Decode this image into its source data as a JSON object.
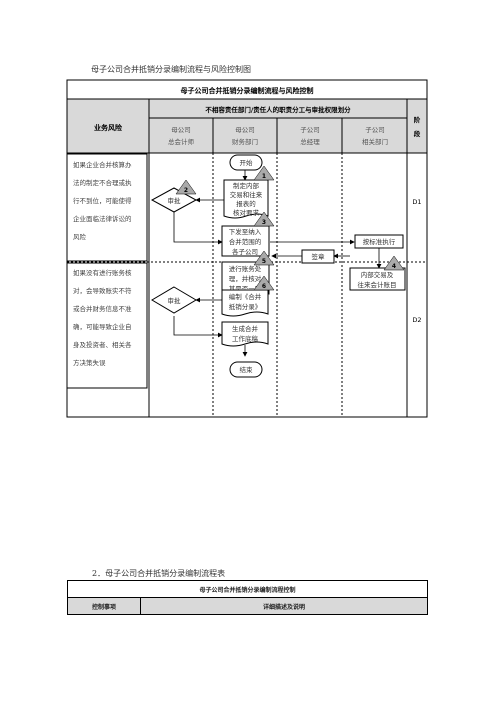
{
  "page_title": "母子公司合并抵销分录编制流程与风险控制图",
  "flow": {
    "title": "母子公司合并抵销分录编制流程与风险控制",
    "risk_header": "业务风险",
    "division_header": "不相容责任部门/责任人的职责分工与审批权限划分",
    "stage_header": "阶段",
    "columns": [
      {
        "line1": "母公司",
        "line2": "总会计师"
      },
      {
        "line1": "母公司",
        "line2": "财务部门"
      },
      {
        "line1": "子公司",
        "line2": "总经理"
      },
      {
        "line1": "子公司",
        "line2": "相关部门"
      }
    ],
    "risks": [
      {
        "lines": [
          "如果企业合并核算办",
          "法的制定不合理或执",
          "行不到位，可能使得",
          "企业面临法律诉讼的",
          "风险"
        ]
      },
      {
        "lines": [
          "如果没有进行账务核",
          "对，会导致账实不符",
          "或合并财务信息不准",
          "确，可能导致企业自",
          "身及投资者、相关各",
          "方决策失误"
        ]
      }
    ],
    "stages": [
      "D1",
      "D2"
    ],
    "nodes": {
      "start": "开始",
      "approve1": "审批",
      "draft": [
        "制定内部",
        "交易和往来",
        "报表的",
        "核对要求"
      ],
      "issue": [
        "下发至纳入",
        "合并范围的",
        "各子公司"
      ],
      "execute": "按标准执行",
      "summary": [
        "内部交易及",
        "往来会计账目"
      ],
      "sign": "签章",
      "reconcile": [
        "进行账务处",
        "理，并核对",
        "其是否一致"
      ],
      "compile": [
        "编制《合并",
        "抵销分录》"
      ],
      "approve2": "审批",
      "workpaper": [
        "生成合并",
        "工作底稿"
      ],
      "end": "结束"
    },
    "badges": [
      "1",
      "2",
      "3",
      "4",
      "5",
      "6"
    ]
  },
  "section2_title": "2．母子公司合并抵销分录编制流程表",
  "table2": {
    "title": "母子公司合并抵销分录编制流程控制",
    "col1": "控制事项",
    "col2": "详细描述及说明"
  }
}
